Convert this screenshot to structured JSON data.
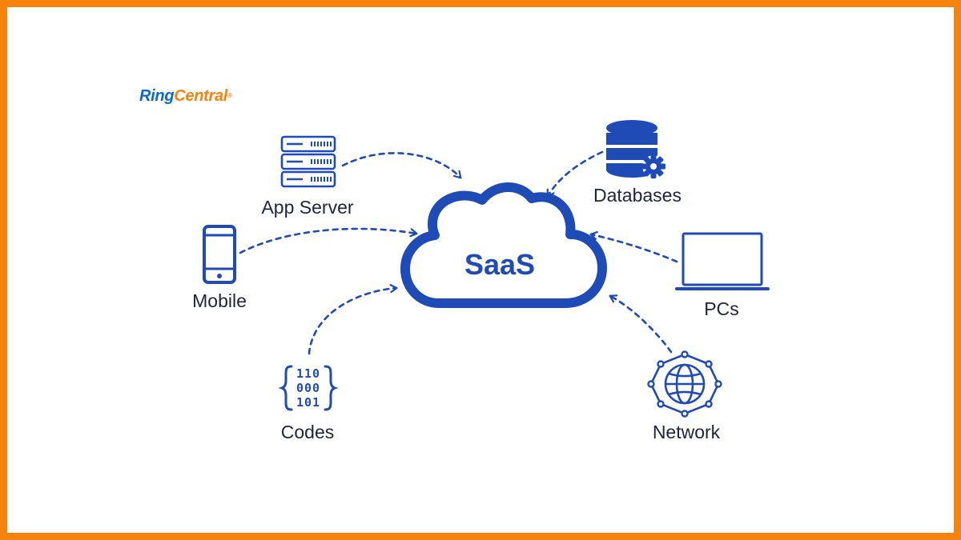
{
  "logo": {
    "ring": "Ring",
    "central": "Central",
    "reg": "®"
  },
  "center": {
    "label": "SaaS"
  },
  "nodes": {
    "app_server": "App Server",
    "databases": "Databases",
    "mobile": "Mobile",
    "pcs": "PCs",
    "codes": "Codes",
    "network": "Network"
  },
  "code_digits": [
    "110",
    "000",
    "101"
  ],
  "colors": {
    "primary": "#1f4bb6",
    "border": "#f7830f",
    "text": "#1d2340",
    "logo_blue": "#0a6bbf"
  }
}
